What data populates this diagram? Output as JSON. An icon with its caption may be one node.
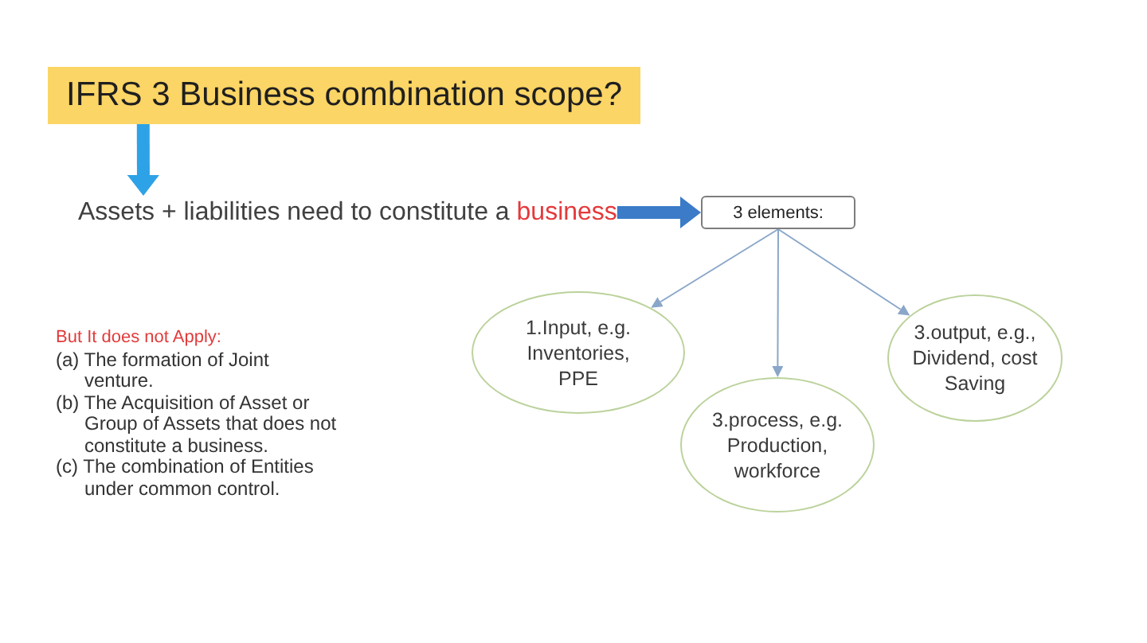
{
  "diagram": {
    "nodes": [
      {
        "text": [
          "IFRS 3 Business combination scope?"
        ]
      },
      {
        "text": [
          "Assets + liabilities need to constitute a",
          "business"
        ]
      },
      {
        "text": [
          "3 elements:"
        ]
      },
      {
        "text": [
          "1.Input, e.g. Inventories, PPE"
        ]
      },
      {
        "text": [
          "3.process, e.g. Production, workforce"
        ]
      },
      {
        "text": [
          "3.output, e.g., Dividend, cost Saving"
        ]
      }
    ],
    "edges": [
      {
        "from": 0,
        "to": 1,
        "arrow": "to",
        "style": "thick",
        "color": "#2ea2e6"
      },
      {
        "from": 1,
        "to": 2,
        "arrow": "to",
        "style": "thick",
        "color": "#3b7bc8"
      },
      {
        "from": 2,
        "to": 3,
        "arrow": "to"
      },
      {
        "from": 2,
        "to": 4,
        "arrow": "to"
      },
      {
        "from": 2,
        "to": 5,
        "arrow": "to"
      }
    ],
    "labels": [
      "But It does not Apply:",
      "(a) The formation of Joint venture.",
      "(b) The Acquisition of Asset or Group of Assets that does not constitute a business.",
      "(c) The combination of Entities under common control."
    ]
  }
}
